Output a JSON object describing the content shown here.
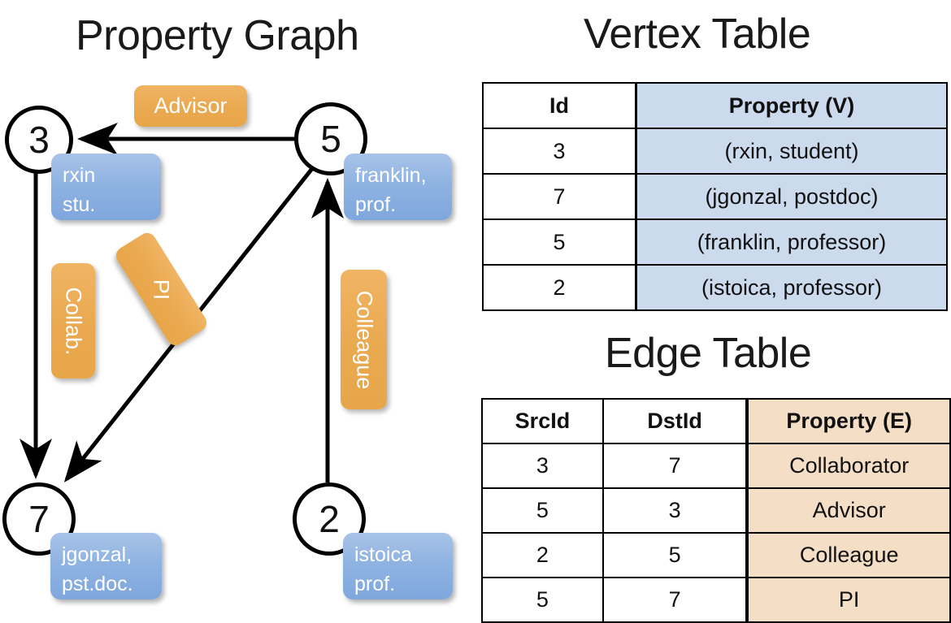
{
  "titles": {
    "property_graph": "Property Graph",
    "vertex_table": "Vertex Table",
    "edge_table": "Edge Table"
  },
  "graph": {
    "nodes": [
      {
        "id": "3",
        "property_lines": [
          "rxin",
          "stu."
        ]
      },
      {
        "id": "5",
        "property_lines": [
          "franklin,",
          "prof."
        ]
      },
      {
        "id": "7",
        "property_lines": [
          "jgonzal,",
          "pst.doc."
        ]
      },
      {
        "id": "2",
        "property_lines": [
          "istoica",
          "prof."
        ]
      }
    ],
    "edge_labels": [
      {
        "name": "advisor",
        "text": "Advisor"
      },
      {
        "name": "collab",
        "text": "Collab."
      },
      {
        "name": "pi",
        "text": "PI"
      },
      {
        "name": "colleague",
        "text": "Colleague"
      }
    ]
  },
  "vertex_table": {
    "headers": [
      "Id",
      "Property (V)"
    ],
    "rows": [
      [
        "3",
        "(rxin, student)"
      ],
      [
        "7",
        "(jgonzal, postdoc)"
      ],
      [
        "5",
        "(franklin, professor)"
      ],
      [
        "2",
        "(istoica, professor)"
      ]
    ]
  },
  "edge_table": {
    "headers": [
      "SrcId",
      "DstId",
      "Property (E)"
    ],
    "rows": [
      [
        "3",
        "7",
        "Collaborator"
      ],
      [
        "5",
        "3",
        "Advisor"
      ],
      [
        "2",
        "5",
        "Colleague"
      ],
      [
        "5",
        "7",
        "PI"
      ]
    ]
  },
  "colors": {
    "vertex_property_fill": "#8fb3e2",
    "edge_label_fill": "#eaa94f",
    "vertex_table_highlight": "#ccdaee",
    "edge_table_highlight": "#f4dfc6",
    "stroke": "#000000",
    "background": "#ffffff"
  }
}
